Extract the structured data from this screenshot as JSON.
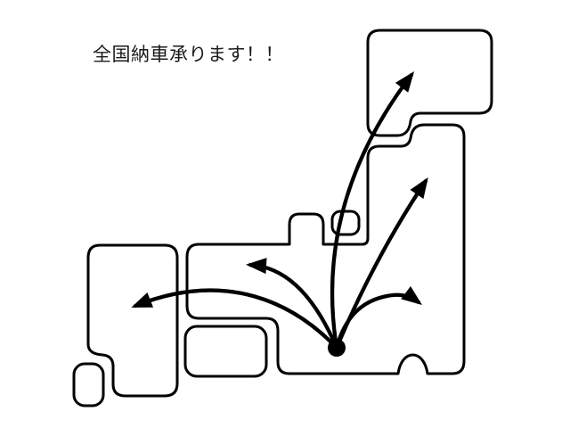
{
  "header": {
    "title": "全国納車承ります！！"
  },
  "map": {
    "kind": "simplified-japan-map",
    "regions": [
      {
        "name": "hokkaido"
      },
      {
        "name": "tohoku-northern-honshu"
      },
      {
        "name": "honshu-main"
      },
      {
        "name": "noto-peninsula-bump"
      },
      {
        "name": "small-inland-block"
      },
      {
        "name": "shikoku"
      },
      {
        "name": "kyushu"
      },
      {
        "name": "okinawa"
      }
    ],
    "hub": {
      "name": "delivery-origin-dot"
    },
    "arrows": [
      {
        "from": "delivery-origin-dot",
        "to": "hokkaido"
      },
      {
        "from": "delivery-origin-dot",
        "to": "tohoku-northern-honshu"
      },
      {
        "from": "delivery-origin-dot",
        "to": "eastern-honshu"
      },
      {
        "from": "delivery-origin-dot",
        "to": "western-honshu"
      },
      {
        "from": "delivery-origin-dot",
        "to": "kyushu"
      }
    ]
  },
  "colors": {
    "background": "#ffffff",
    "ink": "#000000"
  }
}
